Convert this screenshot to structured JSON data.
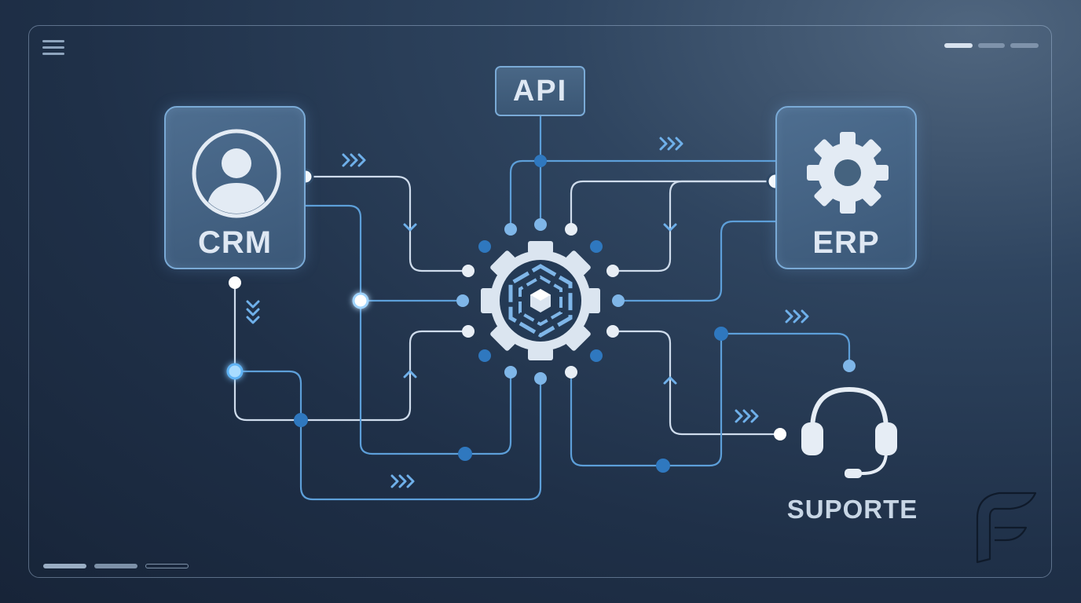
{
  "diagram": {
    "api": {
      "label": "API"
    },
    "crm": {
      "label": "CRM",
      "icon": "user-icon"
    },
    "erp": {
      "label": "ERP",
      "icon": "gear-icon"
    },
    "support": {
      "label": "SUPORTE",
      "icon": "headset-icon"
    },
    "hub": {
      "icon": "central-gear-hub-icon"
    }
  },
  "chrome": {
    "menu_icon": "hamburger-menu-icon",
    "brand_icon": "f-logo-icon"
  },
  "colors": {
    "background_dark": "#1f3048",
    "node_fill": "#4a6a8c",
    "node_border": "#7aaad6",
    "line_light": "#cfdcec",
    "line_blue": "#5d9fd9",
    "dot_blue": "#2f78bf",
    "glow": "#9fd4ff"
  }
}
